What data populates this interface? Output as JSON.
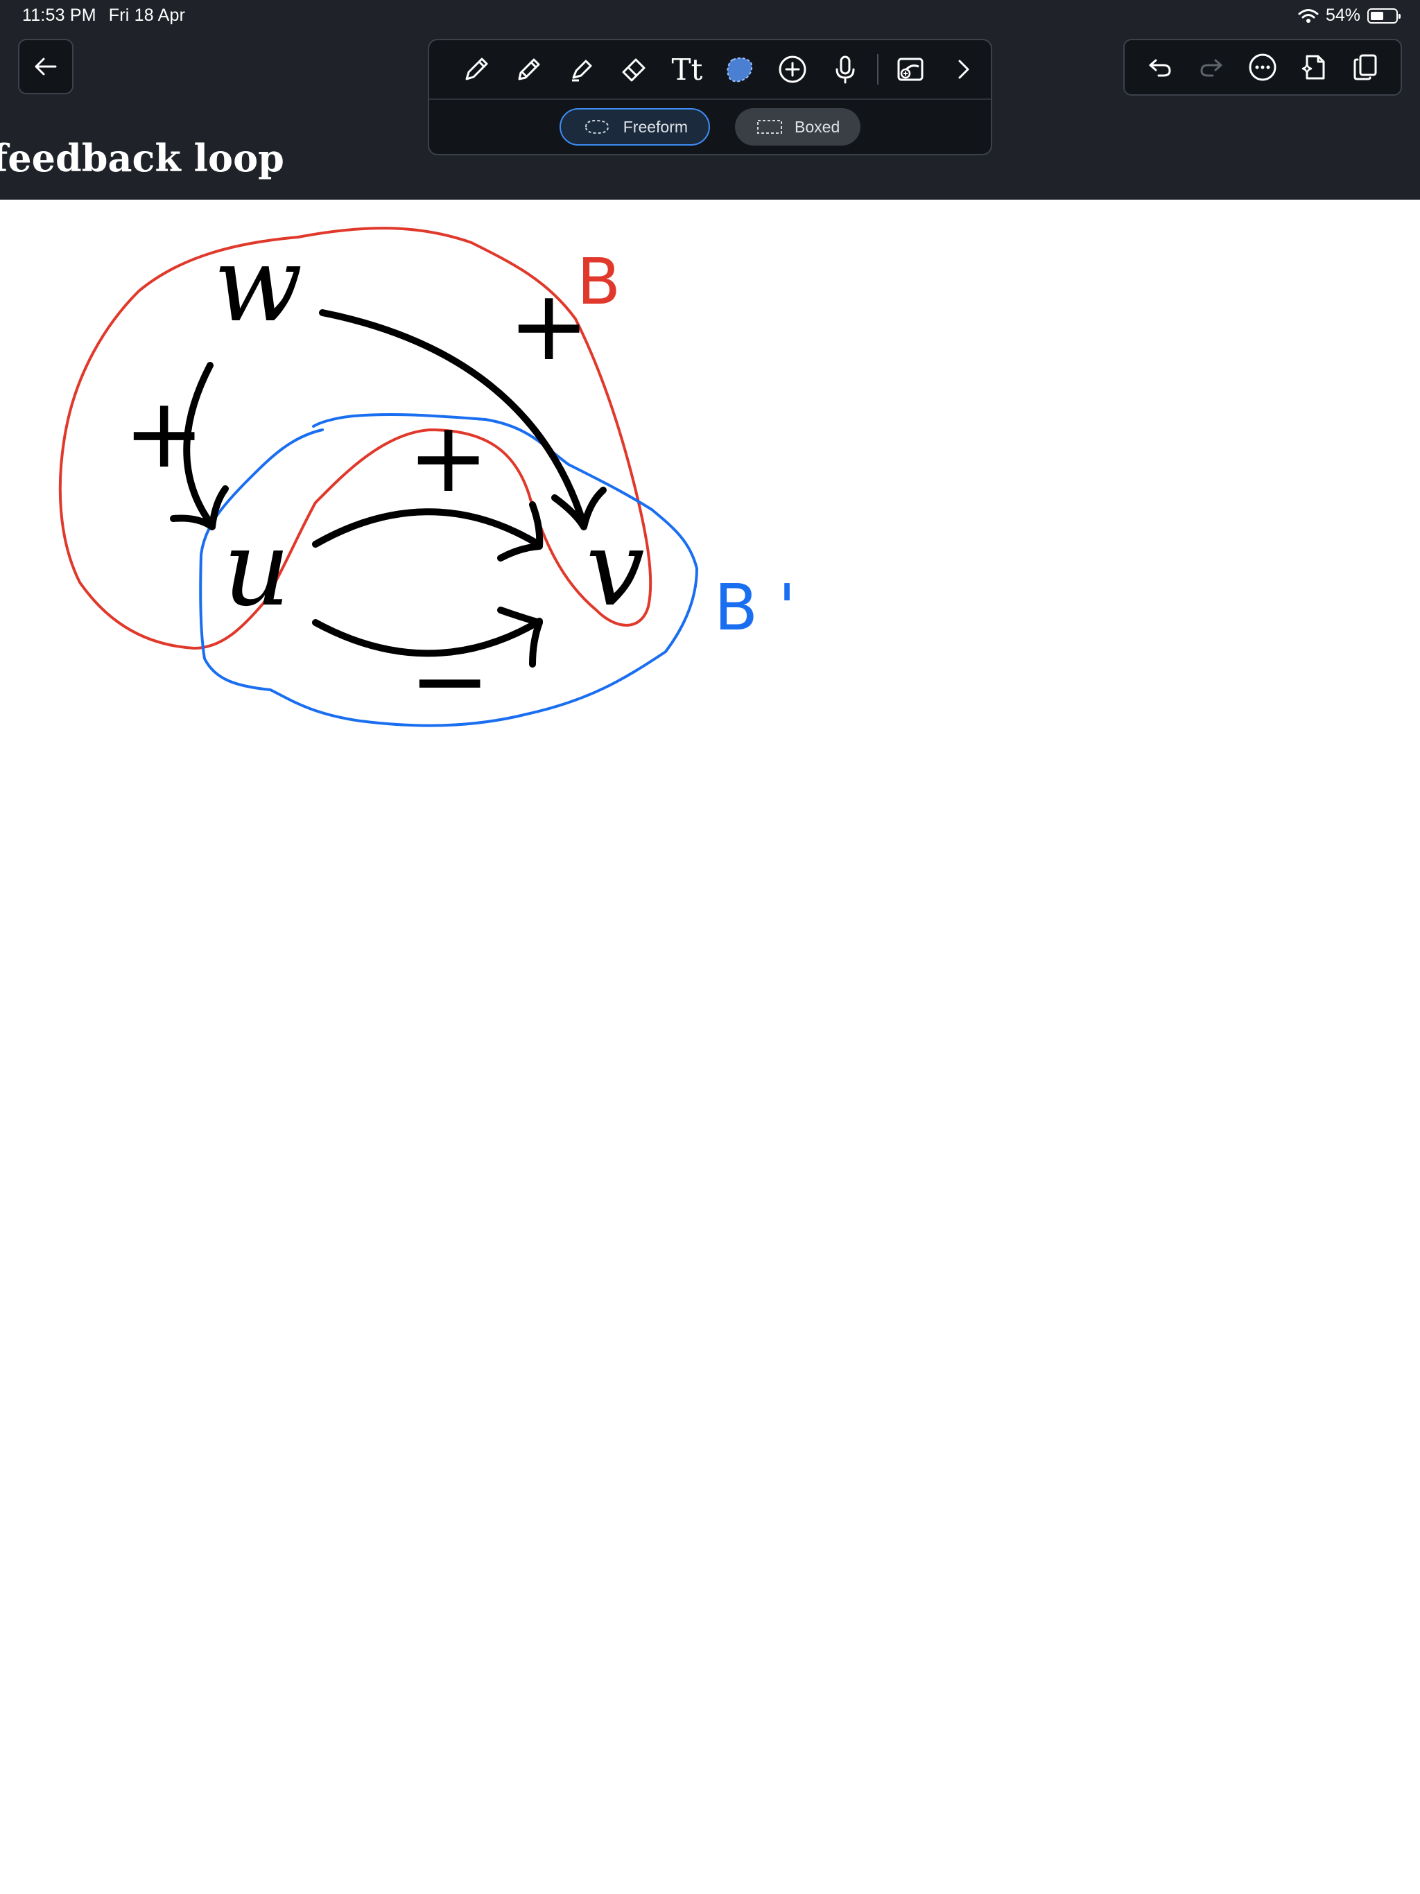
{
  "status_bar": {
    "time": "11:53 PM",
    "date": "Fri 18 Apr",
    "battery": "54%",
    "battery_level": 0.54
  },
  "header": {
    "title": "feedback loop"
  },
  "toolbar": {
    "tools": [
      {
        "icon": "pen-icon"
      },
      {
        "icon": "pencil-icon"
      },
      {
        "icon": "highlighter-icon"
      },
      {
        "icon": "eraser-icon"
      },
      {
        "icon": "text-tool-icon",
        "label": "Tt"
      },
      {
        "icon": "lasso-icon",
        "selected": true
      },
      {
        "icon": "add-icon"
      },
      {
        "icon": "microphone-icon"
      },
      {
        "icon": "image-insert-icon"
      },
      {
        "icon": "chevron-right-icon"
      }
    ],
    "modes": [
      {
        "label": "Freeform",
        "active": true
      },
      {
        "label": "Boxed",
        "active": false
      }
    ]
  },
  "actions": [
    {
      "icon": "undo-icon"
    },
    {
      "icon": "redo-icon",
      "disabled": true
    },
    {
      "icon": "more-icon"
    },
    {
      "icon": "ai-page-icon"
    },
    {
      "icon": "pages-icon"
    }
  ],
  "canvas": {
    "nodes": {
      "w": "w",
      "u": "u",
      "v": "v"
    },
    "edge_signs": {
      "w_to_v": "+",
      "w_to_u": "+",
      "u_to_v_top": "+",
      "u_to_v_bottom": "−"
    },
    "annotations": {
      "red_set": "B",
      "blue_set": "B '"
    },
    "colors": {
      "red": "#e0392b",
      "blue": "#1a6ef0",
      "ink": "#000000"
    }
  }
}
